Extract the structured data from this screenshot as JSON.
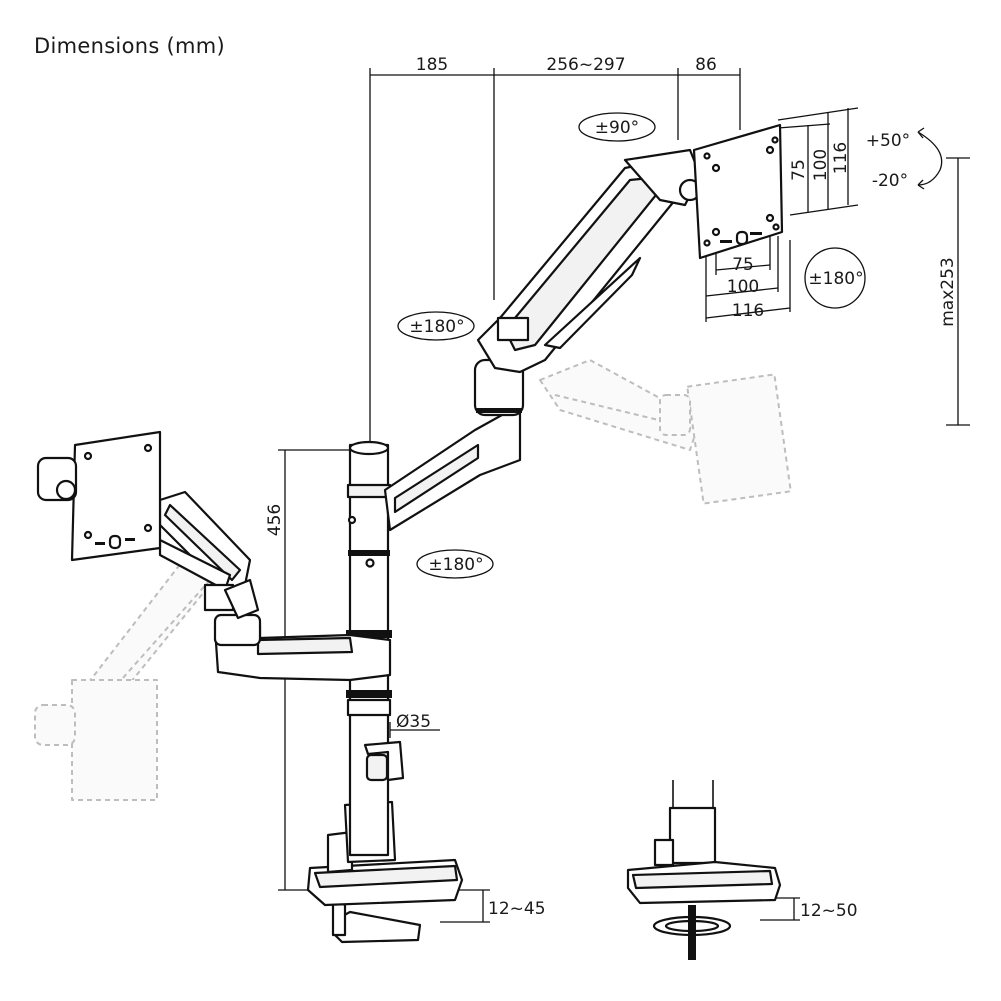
{
  "title": "Dimensions (mm)",
  "dimensions": {
    "top_offset_1": "185",
    "top_offset_2": "256~297",
    "top_offset_3": "86",
    "pole_height": "456",
    "max_height": "max253",
    "pole_diameter": "Ø35",
    "clamp_range": "12~45",
    "grommet_range": "12~50",
    "vesa_h_small": "75",
    "vesa_h_mid": "100",
    "vesa_h_large": "116",
    "vesa_v_small": "75",
    "vesa_v_mid": "100",
    "vesa_v_large": "116"
  },
  "rotations": {
    "head_swivel": "±90°",
    "tilt_up": "+50°",
    "tilt_down": "-20°",
    "screen_rotation": "±180°",
    "upper_arm": "±180°",
    "pole_arm": "±180°"
  },
  "colors": {
    "line": "#111111",
    "ghost": "#bdbdbd"
  }
}
